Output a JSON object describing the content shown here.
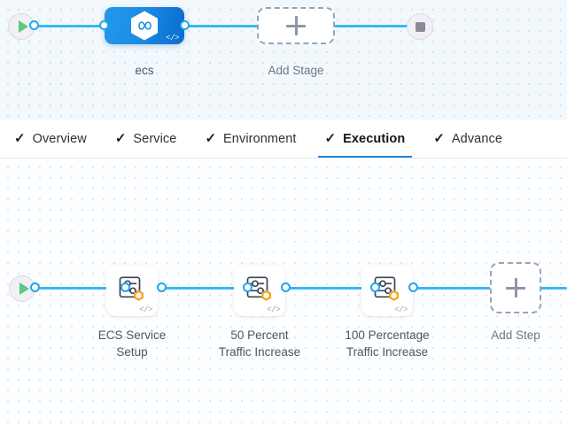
{
  "pipeline": {
    "stage_row": {
      "start_marker": "play-icon",
      "end_marker": "stop-icon",
      "stage": {
        "label": "ecs",
        "icon": "hexagon-infinity-icon",
        "code_badge": "</>"
      },
      "add_stage": {
        "label": "Add Stage",
        "icon": "plus-icon"
      }
    }
  },
  "tabs": [
    {
      "label": "Overview",
      "check": "✓",
      "active": false
    },
    {
      "label": "Service",
      "check": "✓",
      "active": false
    },
    {
      "label": "Environment",
      "check": "✓",
      "active": false
    },
    {
      "label": "Execution",
      "check": "✓",
      "active": true
    },
    {
      "label": "Advance",
      "check": "✓",
      "active": false
    }
  ],
  "execution": {
    "start_marker": "play-icon",
    "steps": [
      {
        "label_line1": "ECS Service",
        "label_line2": "Setup",
        "icon": "step-settings-icon",
        "badge": "harness-hexagon-badge",
        "code_badge": "</>"
      },
      {
        "label_line1": "50 Percent",
        "label_line2": "Traffic Increase",
        "icon": "step-settings-icon",
        "badge": "harness-hexagon-badge",
        "code_badge": "</>"
      },
      {
        "label_line1": "100 Percentage",
        "label_line2": "Traffic Increase",
        "icon": "step-settings-icon",
        "badge": "harness-hexagon-badge",
        "code_badge": "</>"
      }
    ],
    "add_step": {
      "label": "Add Step",
      "icon": "plus-icon"
    }
  },
  "colors": {
    "accent_blue": "#1e86dc",
    "wire_blue": "#3bb8f2",
    "stage_blue": "#1c8ce4",
    "badge_orange": "#f5a623",
    "play_green": "#5bc97f",
    "stop_gray": "#8a8a99"
  }
}
